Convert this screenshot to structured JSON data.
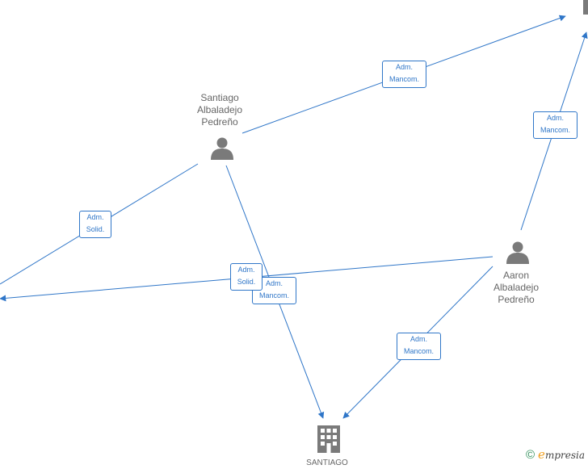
{
  "nodes": {
    "person1": {
      "name": [
        "Santiago",
        "Albaladejo",
        "Pedreño"
      ],
      "icon": "person-icon"
    },
    "person2": {
      "name": [
        "Aaron",
        "Albaladejo",
        "Pedreño"
      ],
      "icon": "person-icon"
    },
    "company_bottom": {
      "name": "SANTIAGO",
      "icon": "building-icon"
    }
  },
  "edge_labels": {
    "e1": [
      "Adm.",
      "Mancom."
    ],
    "e2": [
      "Adm.",
      "Mancom."
    ],
    "e3": [
      "Adm.",
      "Solid."
    ],
    "e4": [
      "Adm.",
      "Solid."
    ],
    "e5": [
      "Adm.",
      "Mancom."
    ],
    "e6": [
      "Adm.",
      "Mancom."
    ]
  },
  "colors": {
    "edge": "#2f76c8",
    "node_icon": "#7a7a7a",
    "label_text": "#666666"
  },
  "footer": {
    "copyright": "©",
    "brand_initial": "e",
    "brand_rest": "mpresia"
  }
}
